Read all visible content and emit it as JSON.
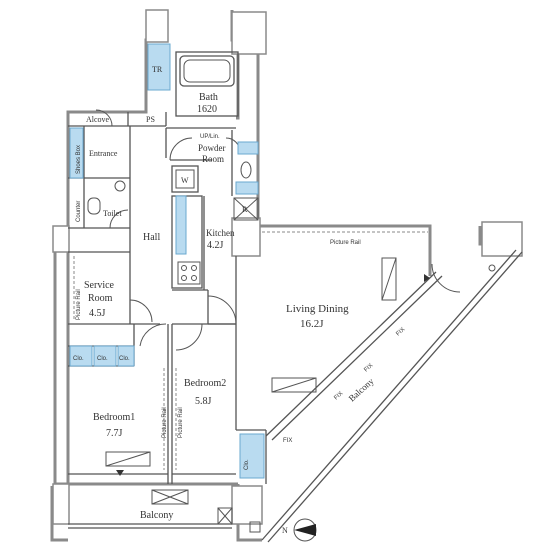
{
  "colors": {
    "wall": "#8a8a8a",
    "wall_fill": "#ffffff",
    "line": "#555555",
    "storage_blue": "#b9dbf0",
    "storage_edge": "#6aa8cf"
  },
  "rooms": {
    "tr": "TR",
    "bath": "Bath",
    "bath_size": "1620",
    "alcove": "Alcove",
    "ps": "PS",
    "up_lin": "UP/Lin.",
    "powder": "Powder",
    "powder2": "Room",
    "shoes_box": "Shoes Box",
    "entrance": "Entrance",
    "counter": "Counter",
    "toilet": "Toilet",
    "w": "W",
    "r": "R",
    "hall": "Hall",
    "kitchen": "Kitchen",
    "kitchen_size": "4.2J",
    "service": "Service",
    "service2": "Room",
    "service_size": "4.5J",
    "living": "Living Dining",
    "living_size": "16.2J",
    "bedroom1": "Bedroom1",
    "bedroom1_size": "7.7J",
    "bedroom2": "Bedroom2",
    "bedroom2_size": "5.8J",
    "balcony_bottom": "Balcony",
    "balcony_diag": "Balcony",
    "clo": "Clo.",
    "fix": "FIX"
  },
  "rails": {
    "picture_rail": "Picture Rail"
  },
  "compass": {
    "n": "N"
  }
}
